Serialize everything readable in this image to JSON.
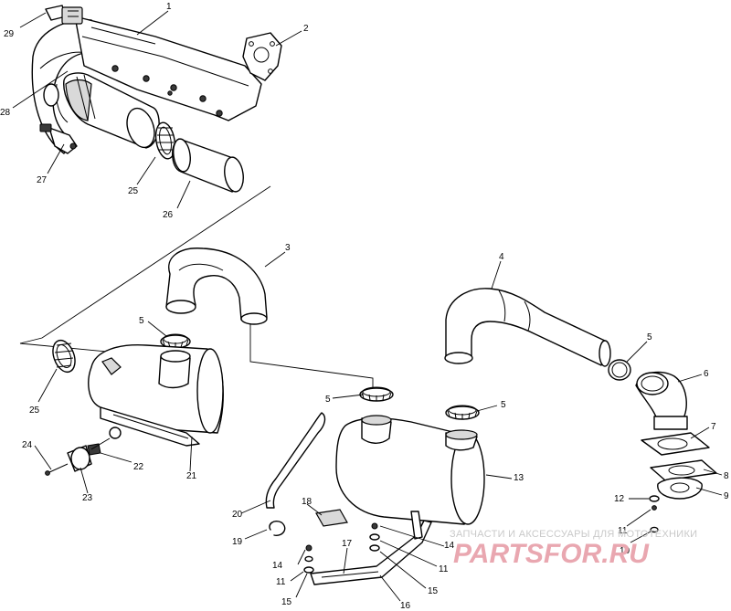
{
  "diagram": {
    "callouts": [
      {
        "id": "c1",
        "label": "1"
      },
      {
        "id": "c2",
        "label": "2"
      },
      {
        "id": "c3",
        "label": "3"
      },
      {
        "id": "c4",
        "label": "4"
      },
      {
        "id": "c5a",
        "label": "5"
      },
      {
        "id": "c5b",
        "label": "5"
      },
      {
        "id": "c5c",
        "label": "5"
      },
      {
        "id": "c5d",
        "label": "5"
      },
      {
        "id": "c6",
        "label": "6"
      },
      {
        "id": "c7",
        "label": "7"
      },
      {
        "id": "c8",
        "label": "8"
      },
      {
        "id": "c9",
        "label": "9"
      },
      {
        "id": "c10",
        "label": "10"
      },
      {
        "id": "c11a",
        "label": "11"
      },
      {
        "id": "c11b",
        "label": "11"
      },
      {
        "id": "c11c",
        "label": "11"
      },
      {
        "id": "c12",
        "label": "12"
      },
      {
        "id": "c13",
        "label": "13"
      },
      {
        "id": "c14a",
        "label": "14"
      },
      {
        "id": "c14b",
        "label": "14"
      },
      {
        "id": "c15a",
        "label": "15"
      },
      {
        "id": "c15b",
        "label": "15"
      },
      {
        "id": "c16",
        "label": "16"
      },
      {
        "id": "c17",
        "label": "17"
      },
      {
        "id": "c18",
        "label": "18"
      },
      {
        "id": "c19",
        "label": "19"
      },
      {
        "id": "c20",
        "label": "20"
      },
      {
        "id": "c21",
        "label": "21"
      },
      {
        "id": "c22",
        "label": "22"
      },
      {
        "id": "c23",
        "label": "23"
      },
      {
        "id": "c24",
        "label": "24"
      },
      {
        "id": "c25a",
        "label": "25"
      },
      {
        "id": "c25b",
        "label": "25"
      },
      {
        "id": "c26",
        "label": "26"
      },
      {
        "id": "c27",
        "label": "27"
      },
      {
        "id": "c28",
        "label": "28"
      },
      {
        "id": "c29",
        "label": "29"
      }
    ]
  },
  "watermark": {
    "caption": "ЗАПЧАСТИ И АКСЕССУАРЫ ДЛЯ МОТОТЕХНИКИ",
    "brand": "PARTSFOR.RU"
  }
}
